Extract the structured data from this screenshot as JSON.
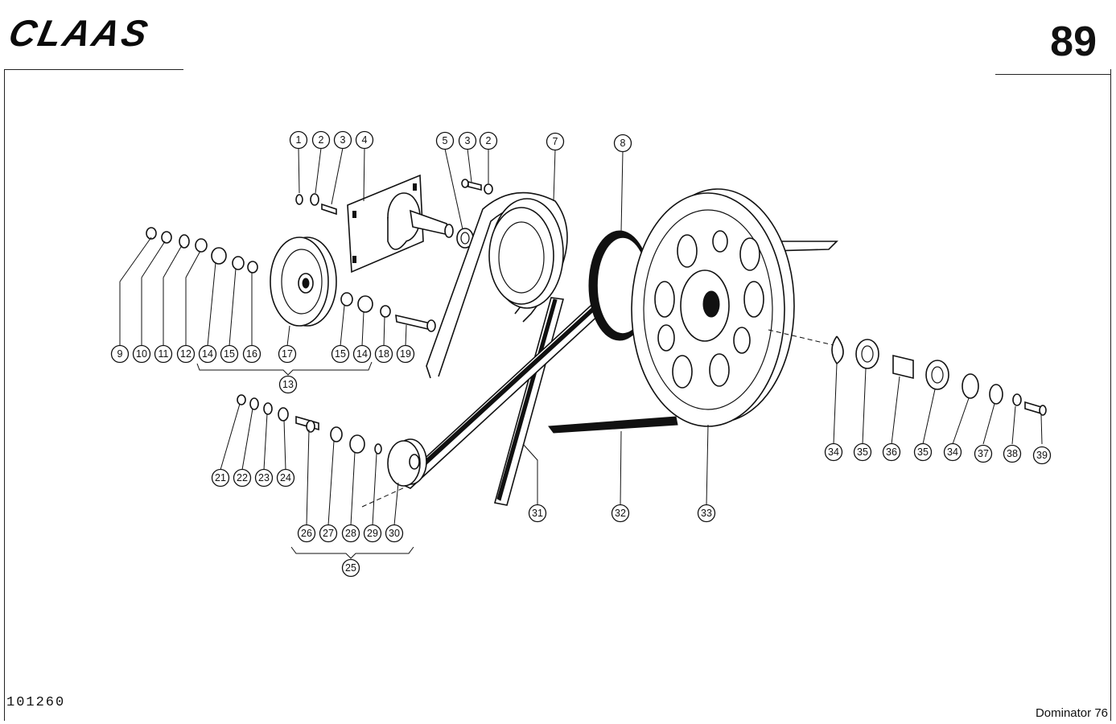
{
  "header": {
    "brand": "CLAAS",
    "page_number": "89"
  },
  "footer": {
    "drawing_number": "101260",
    "model": "Dominator 76"
  },
  "callouts": [
    "1",
    "2",
    "3",
    "4",
    "5",
    "3",
    "2",
    "7",
    "8",
    "9",
    "10",
    "11",
    "12",
    "14",
    "15",
    "16",
    "17",
    "15",
    "14",
    "18",
    "19",
    "13",
    "21",
    "22",
    "23",
    "24",
    "26",
    "27",
    "28",
    "29",
    "30",
    "25",
    "31",
    "32",
    "33",
    "34",
    "35",
    "36",
    "35",
    "34",
    "37",
    "38",
    "39"
  ]
}
